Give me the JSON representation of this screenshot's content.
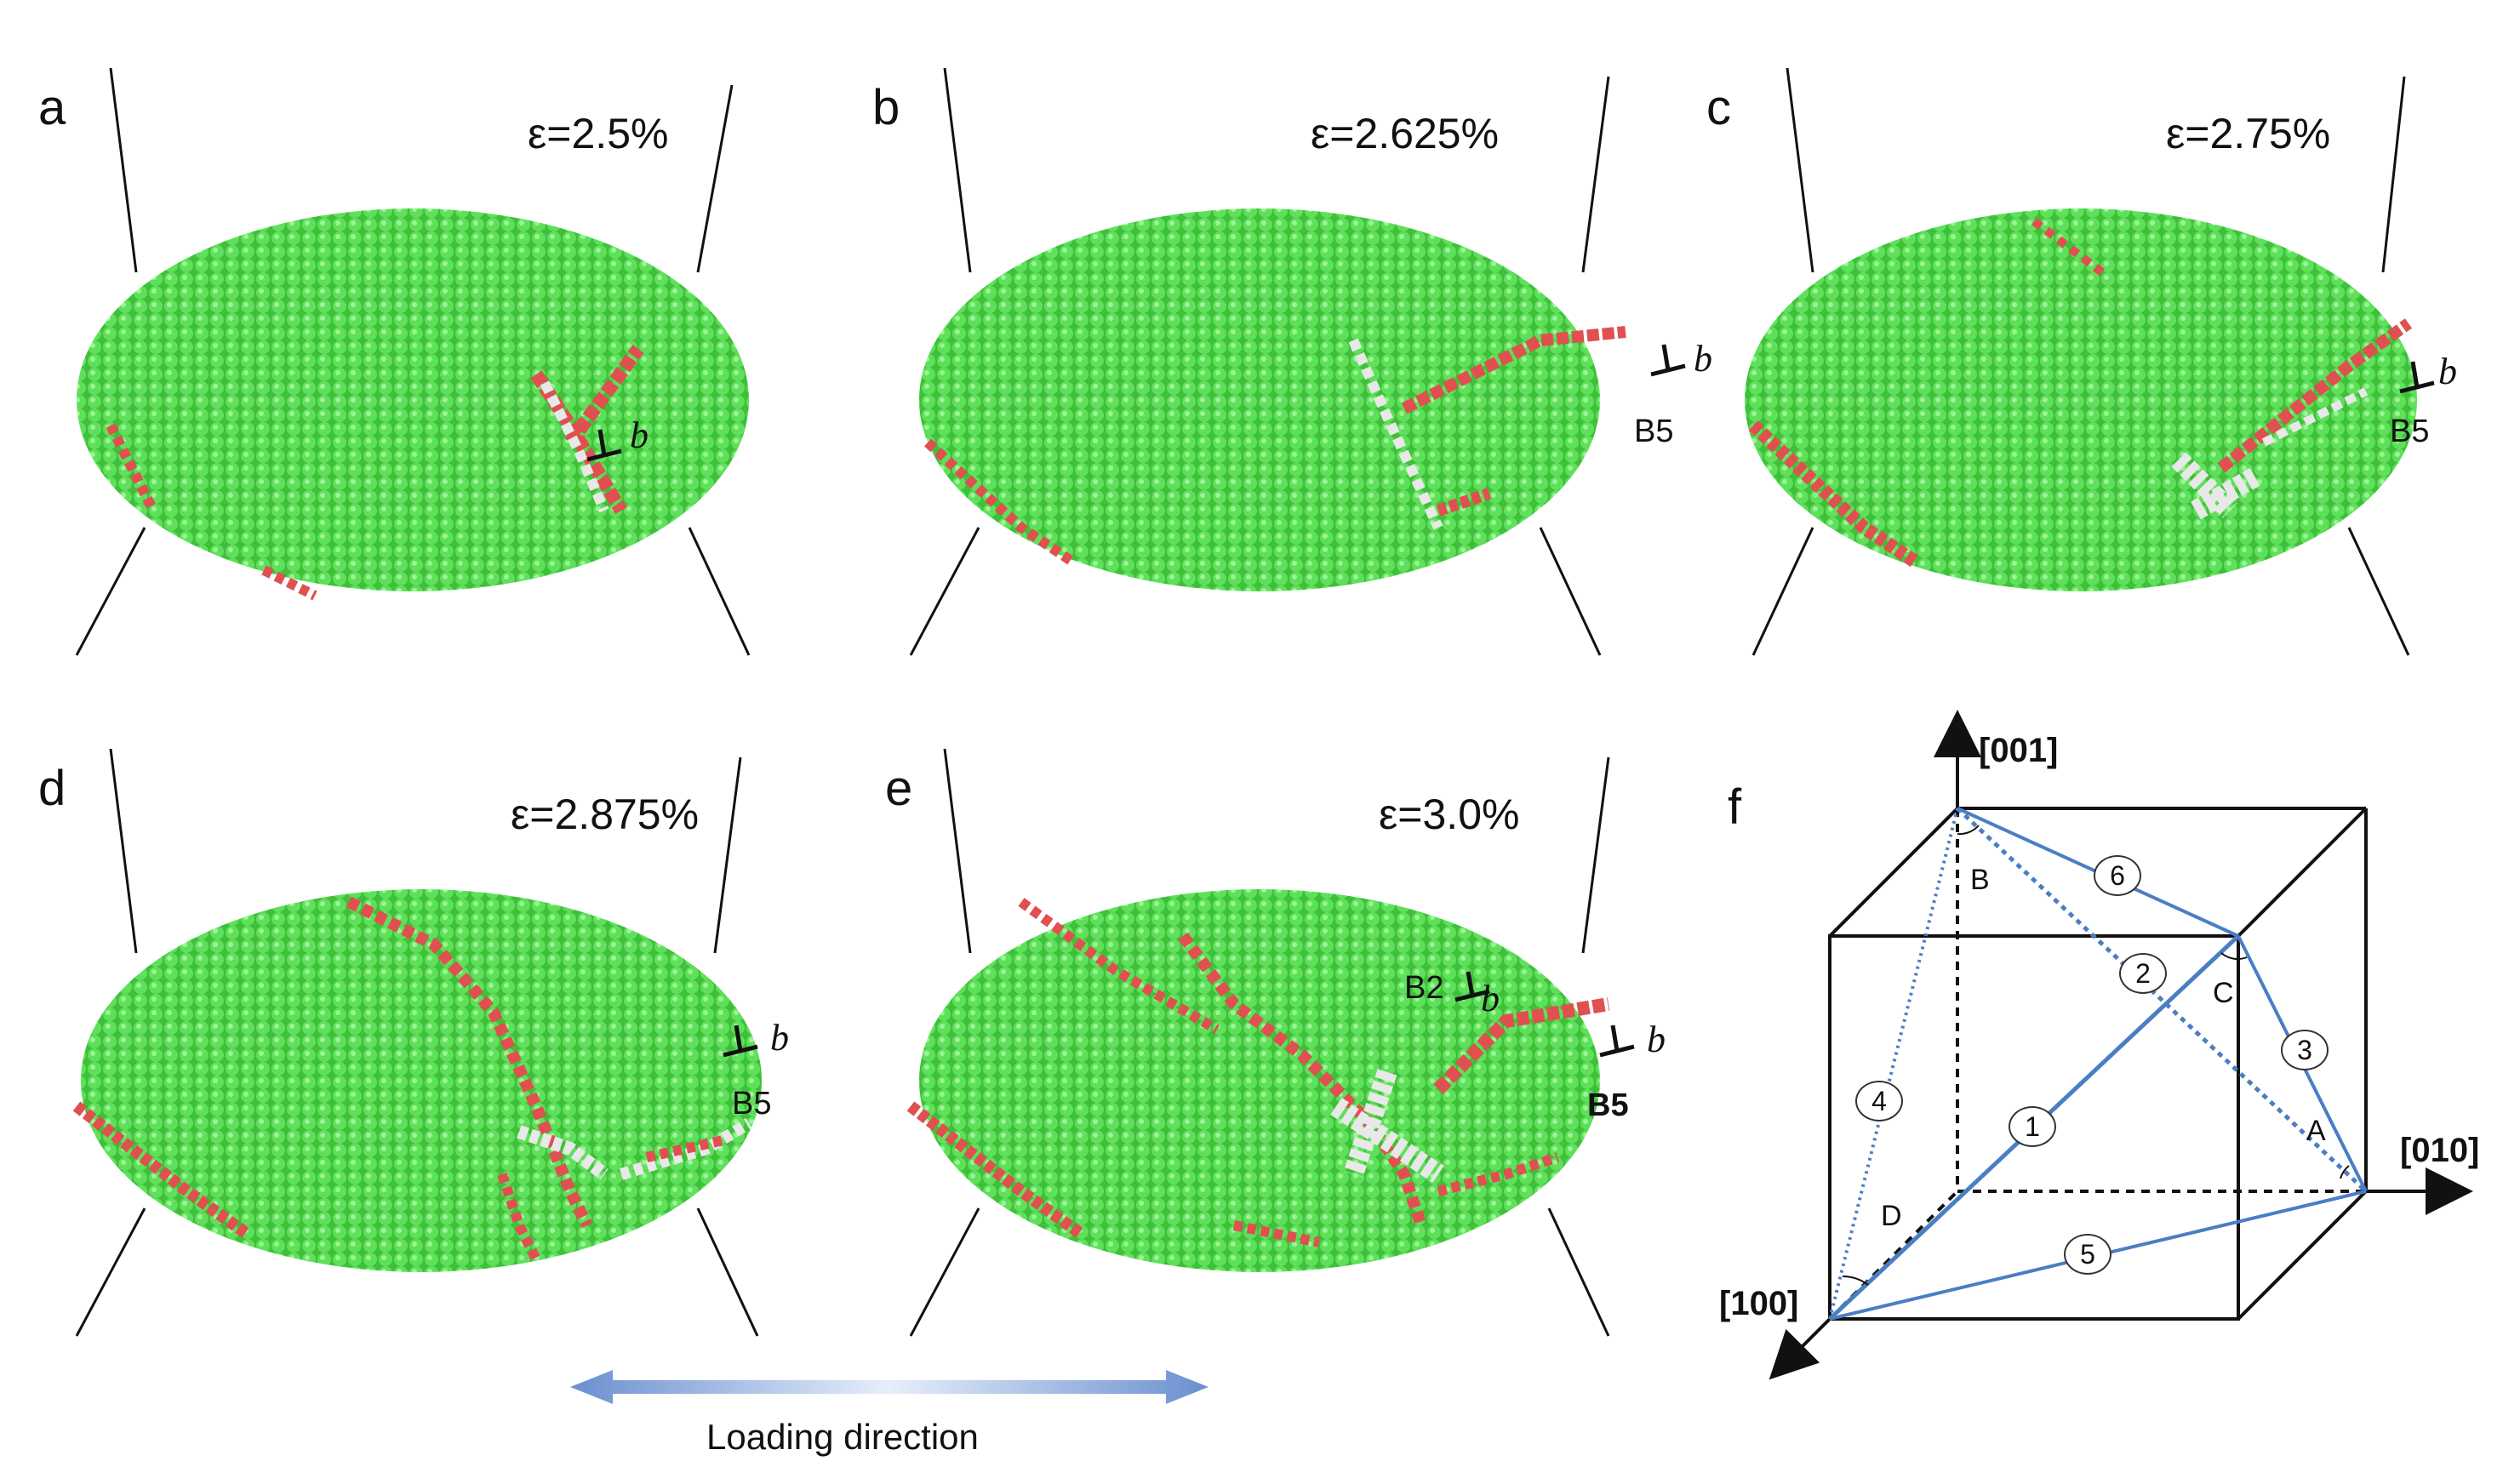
{
  "panels": [
    {
      "label": "a",
      "strain": "ε=2.5%",
      "b_label": "",
      "b_vec": "b"
    },
    {
      "label": "b",
      "strain": "ε=2.625%",
      "b_label": "B5",
      "b_vec": "b"
    },
    {
      "label": "c",
      "strain": "ε=2.75%",
      "b_label": "B5",
      "b_vec": "b"
    },
    {
      "label": "d",
      "strain": "ε=2.875%",
      "b_label": "B5",
      "b_vec": "b"
    },
    {
      "label": "e",
      "strain": "ε=3.0%",
      "b_label": "B5",
      "b_label2": "B2",
      "b_vec": "b"
    }
  ],
  "panel_f": {
    "label": "f",
    "axes": {
      "z": "[001]",
      "y": "[010]",
      "x": "[100]"
    },
    "vertices": {
      "a": "A",
      "b": "B",
      "c": "C",
      "d": "D"
    },
    "edges": [
      "1",
      "2",
      "3",
      "4",
      "5",
      "6"
    ]
  },
  "loading": {
    "label": "Loading direction"
  },
  "colors": {
    "green_atom": "#4fd34a",
    "red_atom": "#e05050",
    "white_atom": "#e8e8e8",
    "blue_atom": "#5a5ae0",
    "tetra": "#4a7ec4"
  }
}
